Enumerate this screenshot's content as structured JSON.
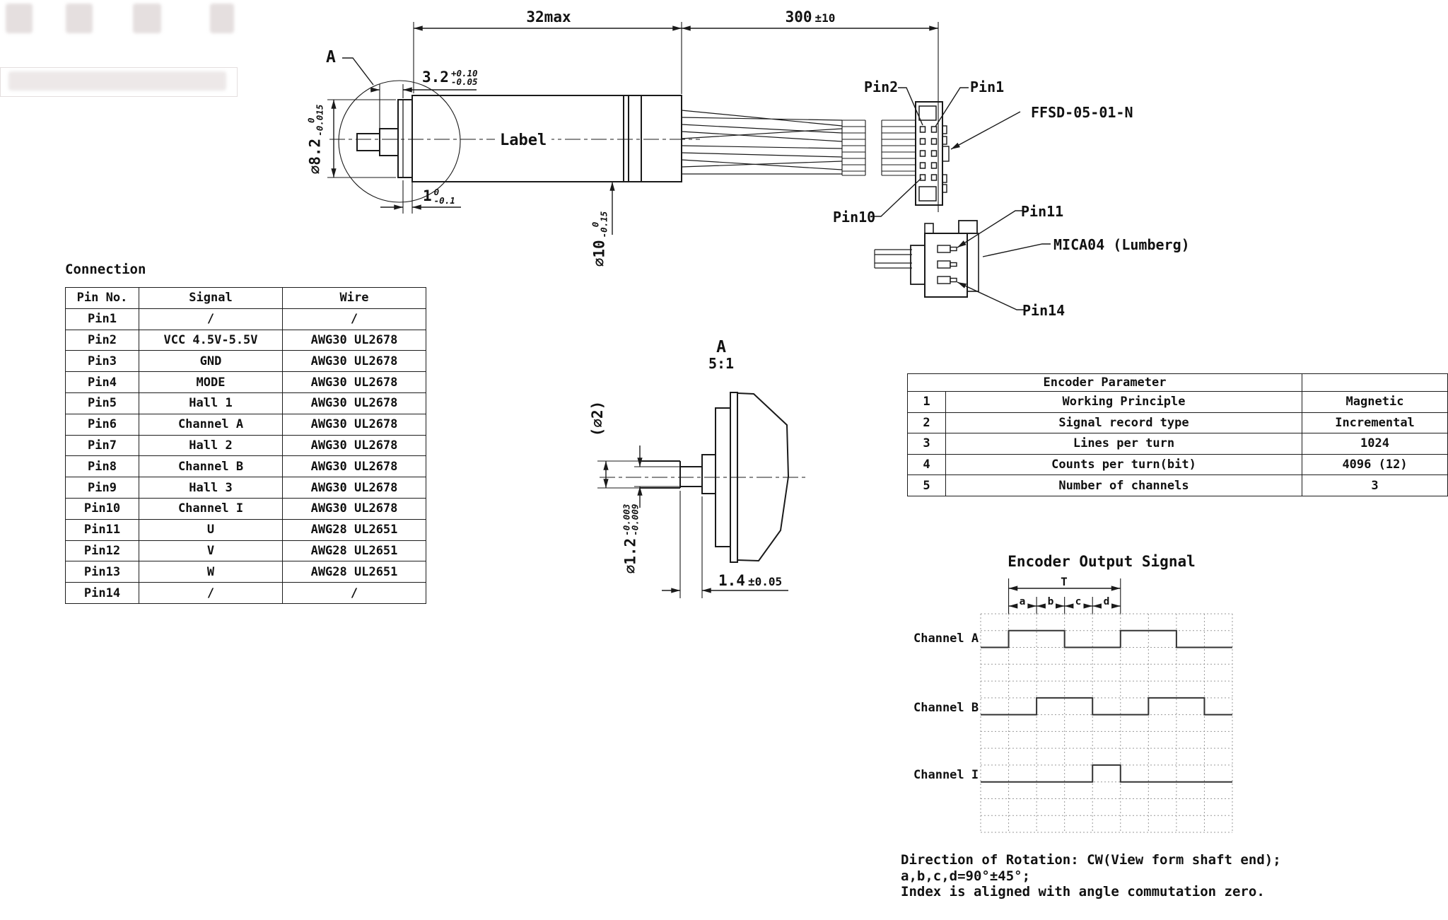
{
  "drawing": {
    "detail_label": "A",
    "detail_scale": "5:1",
    "body_label": "Label",
    "dims": {
      "length": "32max",
      "cable_value": "300",
      "cable_tol": "±10",
      "d32_value": "3.2",
      "d32_up": "+0.10",
      "d32_lo": "-0.05",
      "d82_value": "∅8.2",
      "d82_up": "0",
      "d82_lo": "-0.015",
      "d1_value": "1",
      "d1_up": "0",
      "d1_lo": "-0.1",
      "d10_value": "∅10",
      "d10_up": "0",
      "d10_lo": "-0.15",
      "d2ref": "(∅2)",
      "d12_value": "∅1.2",
      "d12_up": "-0.003",
      "d12_lo": "-0.009",
      "d14_value": "1.4",
      "d14_tol": "±0.05"
    },
    "pins": {
      "pin1": "Pin1",
      "pin2": "Pin2",
      "pin10": "Pin10",
      "pin11": "Pin11",
      "pin14": "Pin14"
    },
    "connectors": {
      "ffsd": "FFSD-05-01-N",
      "mica": "MICA04 (Lumberg)"
    }
  },
  "connection": {
    "title": "Connection",
    "headers": [
      "Pin No.",
      "Signal",
      "Wire"
    ],
    "rows": [
      [
        "Pin1",
        "/",
        "/"
      ],
      [
        "Pin2",
        "VCC 4.5V-5.5V",
        "AWG30 UL2678"
      ],
      [
        "Pin3",
        "GND",
        "AWG30 UL2678"
      ],
      [
        "Pin4",
        "MODE",
        "AWG30 UL2678"
      ],
      [
        "Pin5",
        "Hall 1",
        "AWG30 UL2678"
      ],
      [
        "Pin6",
        "Channel A",
        "AWG30 UL2678"
      ],
      [
        "Pin7",
        "Hall 2",
        "AWG30 UL2678"
      ],
      [
        "Pin8",
        "Channel B",
        "AWG30 UL2678"
      ],
      [
        "Pin9",
        "Hall 3",
        "AWG30 UL2678"
      ],
      [
        "Pin10",
        "Channel I",
        "AWG30 UL2678"
      ],
      [
        "Pin11",
        "U",
        "AWG28 UL2651"
      ],
      [
        "Pin12",
        "V",
        "AWG28 UL2651"
      ],
      [
        "Pin13",
        "W",
        "AWG28 UL2651"
      ],
      [
        "Pin14",
        "/",
        "/"
      ]
    ]
  },
  "encoder_parameter": {
    "title": "Encoder Parameter",
    "rows": [
      [
        "1",
        "Working Principle",
        "Magnetic"
      ],
      [
        "2",
        "Signal record type",
        "Incremental"
      ],
      [
        "3",
        "Lines per turn",
        "1024"
      ],
      [
        "4",
        "Counts per turn(bit)",
        "4096 (12)"
      ],
      [
        "5",
        "Number of channels",
        "3"
      ]
    ]
  },
  "output_signal": {
    "title": "Encoder Output Signal",
    "period_label": "T",
    "segments": [
      "a",
      "b",
      "c",
      "d"
    ],
    "channels": [
      {
        "label": "Channel A",
        "pattern": [
          0,
          1,
          1,
          0,
          0,
          1,
          1,
          0,
          0
        ]
      },
      {
        "label": "Channel B",
        "pattern": [
          0,
          0,
          1,
          1,
          0,
          0,
          1,
          1,
          0
        ]
      },
      {
        "label": "Channel I",
        "pattern": [
          0,
          0,
          0,
          0,
          1,
          0,
          0,
          0,
          0
        ]
      }
    ],
    "notes": [
      "Direction of Rotation: CW(View form shaft end);",
      "a,b,c,d=90°±45°;",
      "Index is aligned with angle commutation zero."
    ]
  },
  "colors": {
    "ink": "#1a1a1a",
    "grid": "#9a9a9a"
  }
}
